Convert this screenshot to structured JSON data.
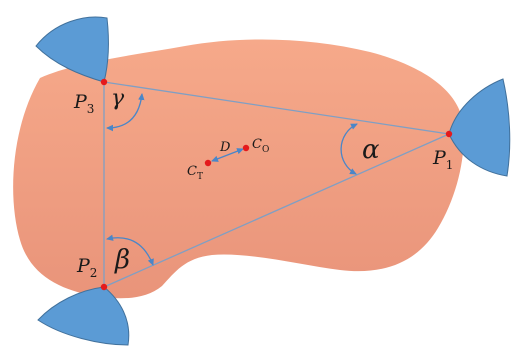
{
  "colors": {
    "body_fill_top": "#f6a98a",
    "body_fill_bottom": "#e9947a",
    "finger_fill": "#5b9bd5",
    "finger_stroke": "#41719c",
    "triangle_stroke": "#7f9fc4",
    "point_fill": "#e41a1c",
    "arrow": "#4a86c8"
  },
  "labels": {
    "p1": {
      "base": "P",
      "sub": "1"
    },
    "p2": {
      "base": "P",
      "sub": "2"
    },
    "p3": {
      "base": "P",
      "sub": "3"
    },
    "alpha": "α",
    "beta": "β",
    "gamma": "γ",
    "d": "D",
    "ct": {
      "base": "C",
      "sub": "T"
    },
    "co": {
      "base": "C",
      "sub": "O"
    }
  }
}
